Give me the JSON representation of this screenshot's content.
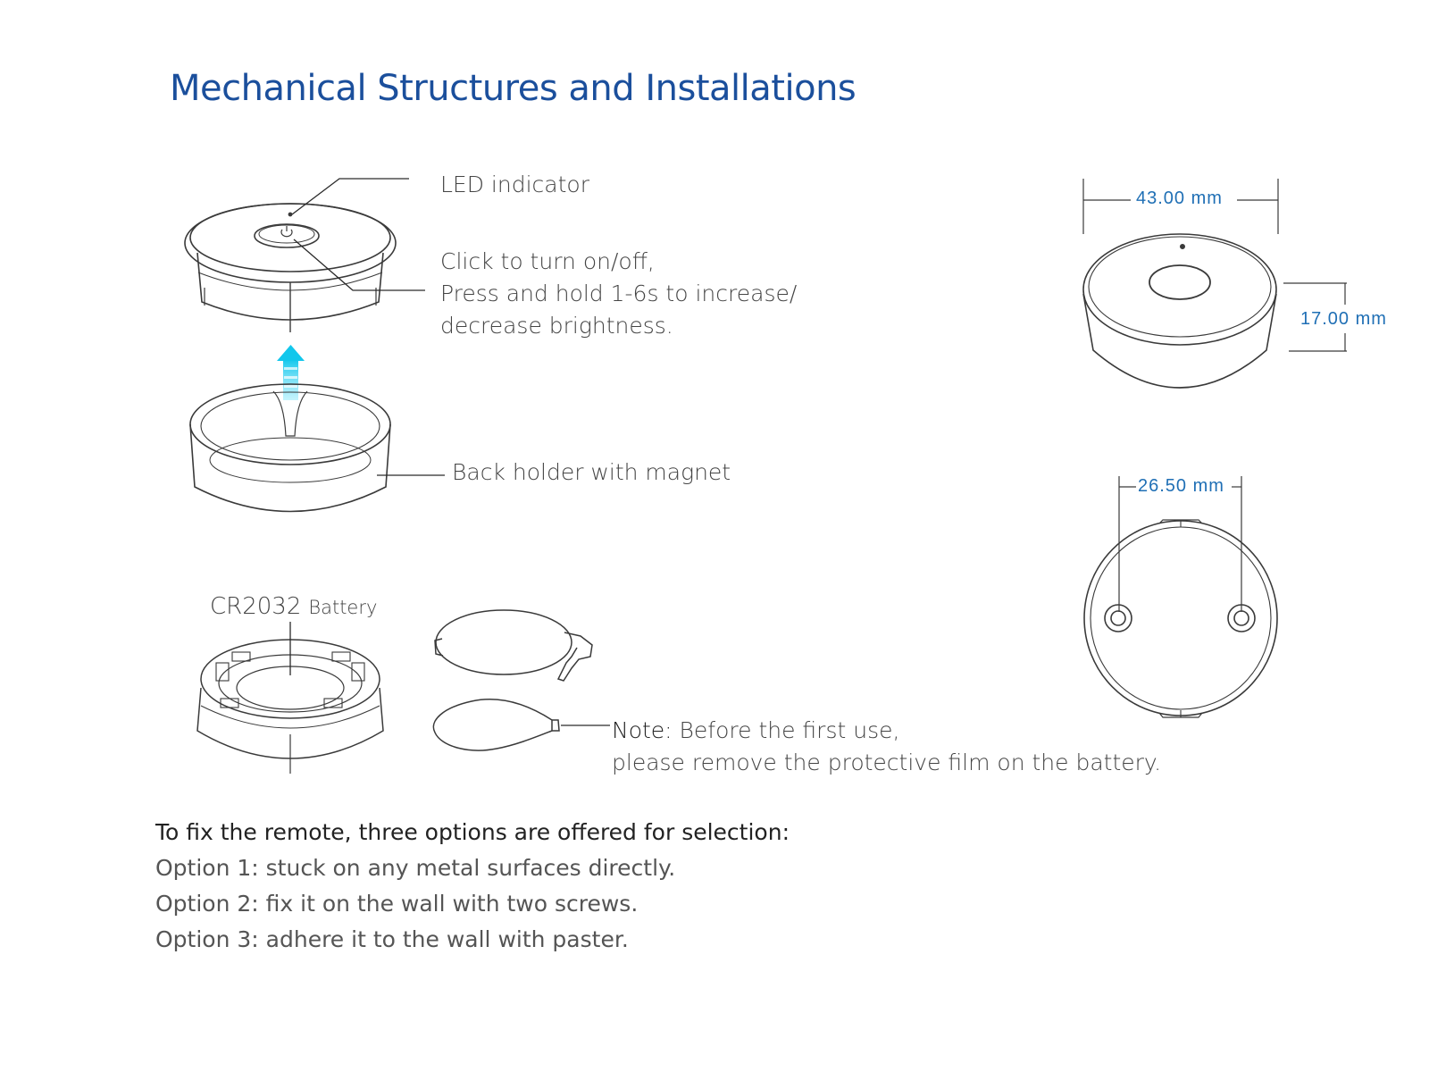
{
  "title": "Mechanical Structures and Installations",
  "labels": {
    "led_indicator": "LED indicator",
    "click_lines": [
      "Click to turn on/off,",
      "Press and hold 1-6s to increase/",
      "decrease brightness."
    ],
    "back_holder": "Back holder with magnet",
    "battery_main": "CR2032",
    "battery_sub": "Battery"
  },
  "note": {
    "key": "Note:",
    "line1": " Before the first use,",
    "line2": "please remove the protective film on the battery."
  },
  "dimensions": {
    "width": "43.00 mm",
    "height": "17.00 mm",
    "hole_spacing": "26.50 mm"
  },
  "options": {
    "heading": "To fix the remote, three options are offered for selection:",
    "items": [
      "Option 1: stuck on any metal surfaces directly.",
      "Option 2: fix it on the wall with two screws.",
      "Option 3: adhere it to the wall with paster."
    ]
  },
  "colors": {
    "title": "#1b4f9c",
    "dimension": "#1f6fb5",
    "arrow": "#2fd0ee",
    "line_art": "#3a3a3a"
  }
}
